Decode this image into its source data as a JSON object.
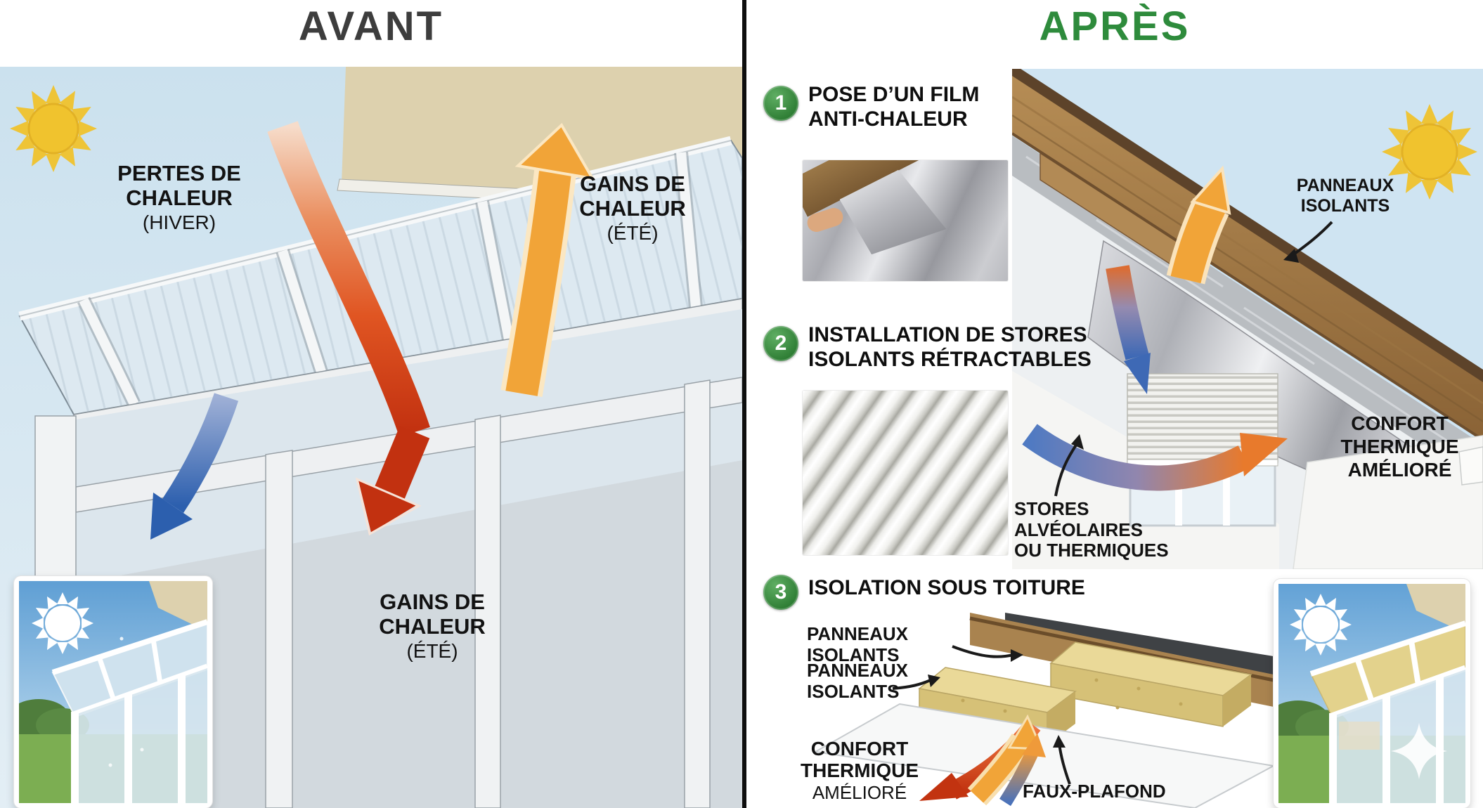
{
  "avant": {
    "title": "AVANT",
    "labels": {
      "pertes_main": "PERTES DE\nCHALEUR",
      "pertes_sub": "(HIVER)",
      "gains_top_main": "GAINS DE\nCHALEUR",
      "gains_top_sub": "(ÉTÉ)",
      "gains_bottom_main": "GAINS DE\nCHALEUR",
      "gains_bottom_sub": "(ÉTÉ)"
    }
  },
  "apres": {
    "title": "APRÈS",
    "steps": [
      {
        "num": "1",
        "text": "POSE D’UN FILM\nANTI-CHALEUR"
      },
      {
        "num": "2",
        "text": "INSTALLATION DE STORES\nISOLANTS RÉTRACTABLES"
      },
      {
        "num": "3",
        "text": "ISOLATION SOUS TOITURE"
      }
    ],
    "labels": {
      "panneaux_roof": "PANNEAUX\nISOLANTS",
      "confort_right": "CONFORT\nTHERMIQUE\nAMÉLIORÉ",
      "stores": "STORES\nALVÉOLAIRES\nOU THERMIQUES",
      "panneaux_row": "PANNEAUX ISOLANTS",
      "panneaux_stack": "PANNEAUX\nISOLANTS",
      "confort_bottom_main": "CONFORT\nTHERMIQUE",
      "confort_bottom_sub": "AMÉLIORÉ",
      "faux_plafond": "FAUX-PLAFOND"
    }
  },
  "colors": {
    "accent_green": "#2e8b3c",
    "title_dark": "#3d3d3d",
    "sun_yellow": "#eec437",
    "heat_red": "#d8431a",
    "heat_orange": "#f2a53c",
    "cold_blue": "#3b68b4",
    "sky_blue": "#cfe3ef",
    "wood_brown": "#a9834f",
    "insulation_yellow": "#e6d391"
  }
}
